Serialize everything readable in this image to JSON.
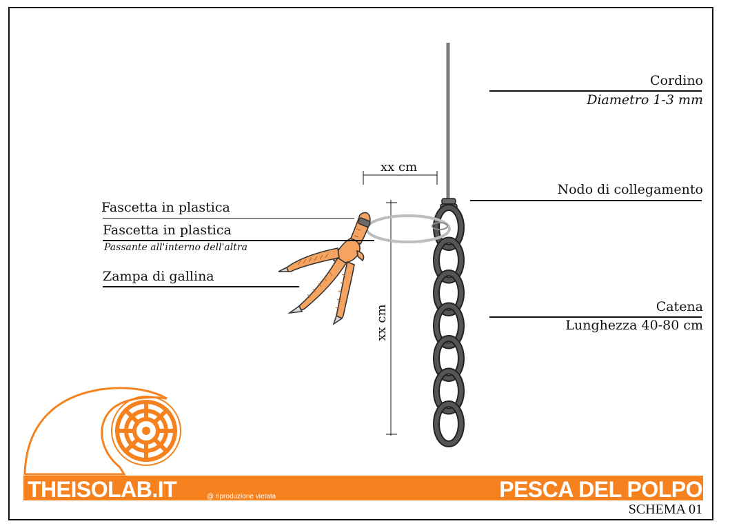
{
  "labels": {
    "cordino": "Cordino",
    "cordino_sub": "Diametro 1-3 mm",
    "nodo": "Nodo di collegamento",
    "catena": "Catena",
    "catena_sub": "Lunghezza 40-80 cm",
    "fascetta_1": "Fascetta in plastica",
    "fascetta_2": "Fascetta in plastica",
    "fascetta_2_sub": "Passante all'interno dell'altra",
    "zampa": "Zampa di gallina"
  },
  "dimensions": {
    "horizontal": "xx cm",
    "vertical": "xx cm"
  },
  "footer": {
    "brand": "THEISOLAB.IT",
    "notice": "@ riproduzione vietata",
    "title": "PESCA DEL POLPO",
    "subtitle": "SCHEMA 01"
  },
  "colors": {
    "orange": "#f5821f",
    "chain": "#555555",
    "cord": "#777777",
    "tie": "#cccccc",
    "claw": "#f4a460"
  },
  "chain": {
    "links": 7
  }
}
